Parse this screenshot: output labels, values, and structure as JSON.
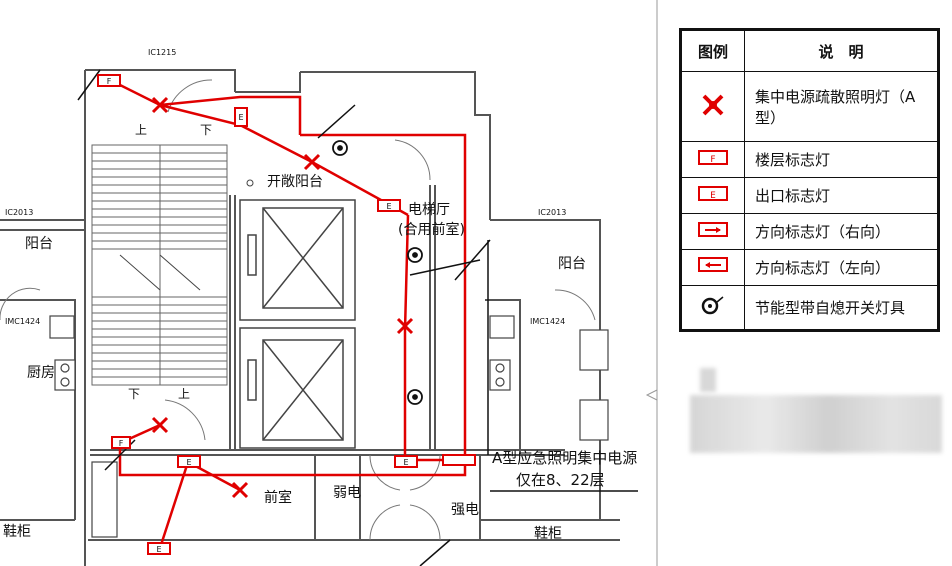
{
  "plan": {
    "room_labels": {
      "balcony_left": "阳台",
      "balcony_right": "阳台",
      "open_balcony": "开敞阳台",
      "elevator_hall": "电梯厅",
      "elevator_hall_note": "(合用前室)",
      "kitchen": "厨房",
      "antechamber": "前室",
      "weak_power": "弱电",
      "strong_power": "强电",
      "shoe_cabinet_left": "鞋柜",
      "shoe_cabinet_right": "鞋柜",
      "stair_up_top": "上",
      "stair_down_top": "下",
      "stair_down_bottom": "下",
      "stair_up_bottom": "上"
    },
    "small_labels": {
      "ic1215": "IC1215",
      "ic2013_left": "IC2013",
      "ic2013_right": "IC2013",
      "imc1424_left": "IMC1424",
      "imc1424_right": "IMC1424"
    },
    "note_line1": "A型应急照明集中电源",
    "note_line2": "仅在8、22层",
    "box_letters": {
      "floor": "F",
      "exit": "E"
    }
  },
  "legend": {
    "header_symbol": "图例",
    "header_desc": "说　明",
    "rows": [
      {
        "icon": "emergency-light-icon",
        "desc": "集中电源疏散照明灯（A型）"
      },
      {
        "icon": "floor-sign-icon",
        "desc": "楼层标志灯"
      },
      {
        "icon": "exit-sign-icon",
        "desc": "出口标志灯"
      },
      {
        "icon": "direction-right-icon",
        "desc": "方向标志灯（右向）"
      },
      {
        "icon": "direction-left-icon",
        "desc": "方向标志灯（左向）"
      },
      {
        "icon": "self-extinguish-lamp-icon",
        "desc": "节能型带自熄开关灯具"
      }
    ]
  },
  "colors": {
    "red": "#e00000",
    "wall": "#555555",
    "text": "#111111"
  }
}
